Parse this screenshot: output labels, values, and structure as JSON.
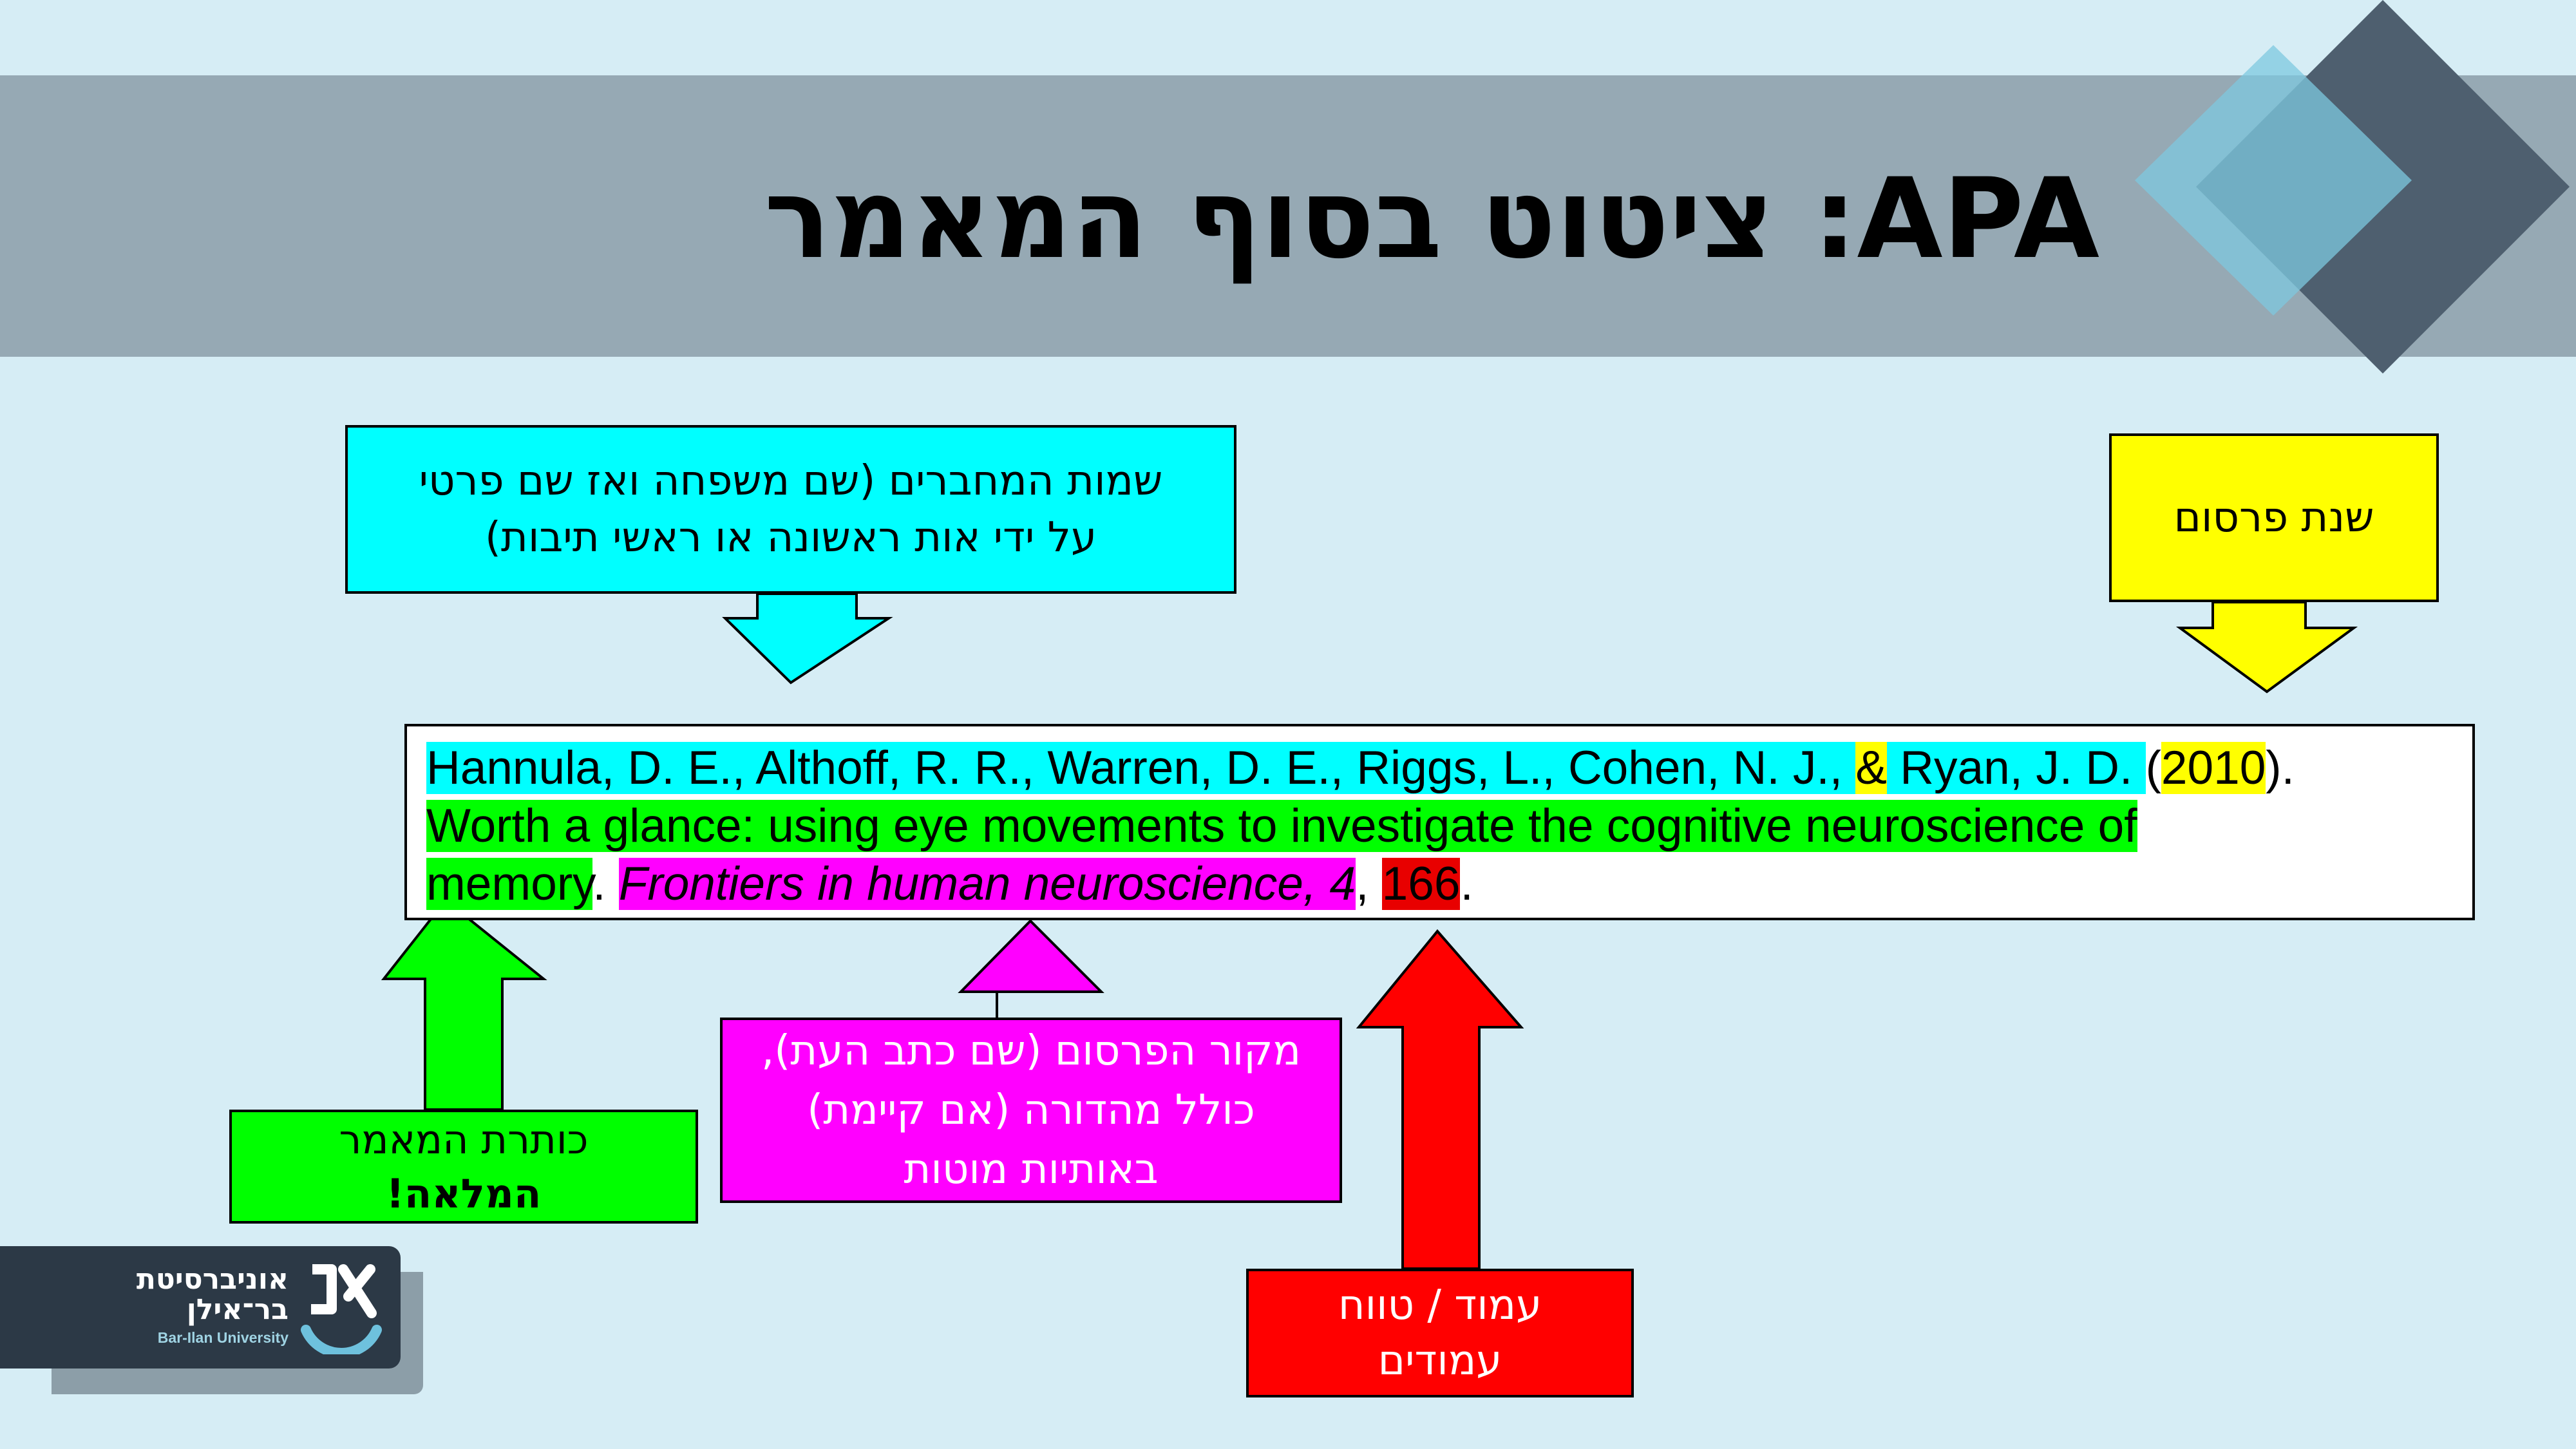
{
  "slide": {
    "title": "APA: ציטוט בסוף המאמר"
  },
  "callouts": {
    "authors": {
      "line1": "שמות המחברים (שם משפחה ואז שם פרטי",
      "line2": "על ידי אות ראשונה או ראשי תיבות)"
    },
    "year": {
      "text": "שנת פרסום"
    },
    "title": {
      "line1": "כותרת המאמר",
      "line2": "המלאה!"
    },
    "source": {
      "line1": "מקור הפרסום (שם כתב העת),",
      "line2": "כולל מהדורה (אם קיימת)",
      "line3": "באותיות מוטות"
    },
    "pages": {
      "line1": "עמוד / טווח",
      "line2": "עמודים"
    }
  },
  "citation": {
    "authors_a": "Hannula, D. E., Althoff, R. R., Warren, D. E., Riggs, L., Cohen, N. J., ",
    "ampersand": "&",
    "authors_b": " Ryan, J. D. ",
    "year_open": "(",
    "year": "2010",
    "year_close": ").",
    "title_line1": "Worth a glance: using eye movements to investigate the cognitive neuroscience of ",
    "title_line2": "memory",
    "sep1": ". ",
    "journal": "Frontiers in human neuroscience",
    "comma1": ", ",
    "volume": "4",
    "comma2": ", ",
    "pages": "166",
    "end": "."
  },
  "logo": {
    "hebrew_line1": "אוניברסיטת",
    "hebrew_line2": "בר־אילן",
    "english": "Bar-Ilan University"
  },
  "colors": {
    "authors": "#00ffff",
    "year": "#ffff00",
    "title": "#00ff00",
    "source": "#ff00ff",
    "pages": "#ff0000"
  }
}
